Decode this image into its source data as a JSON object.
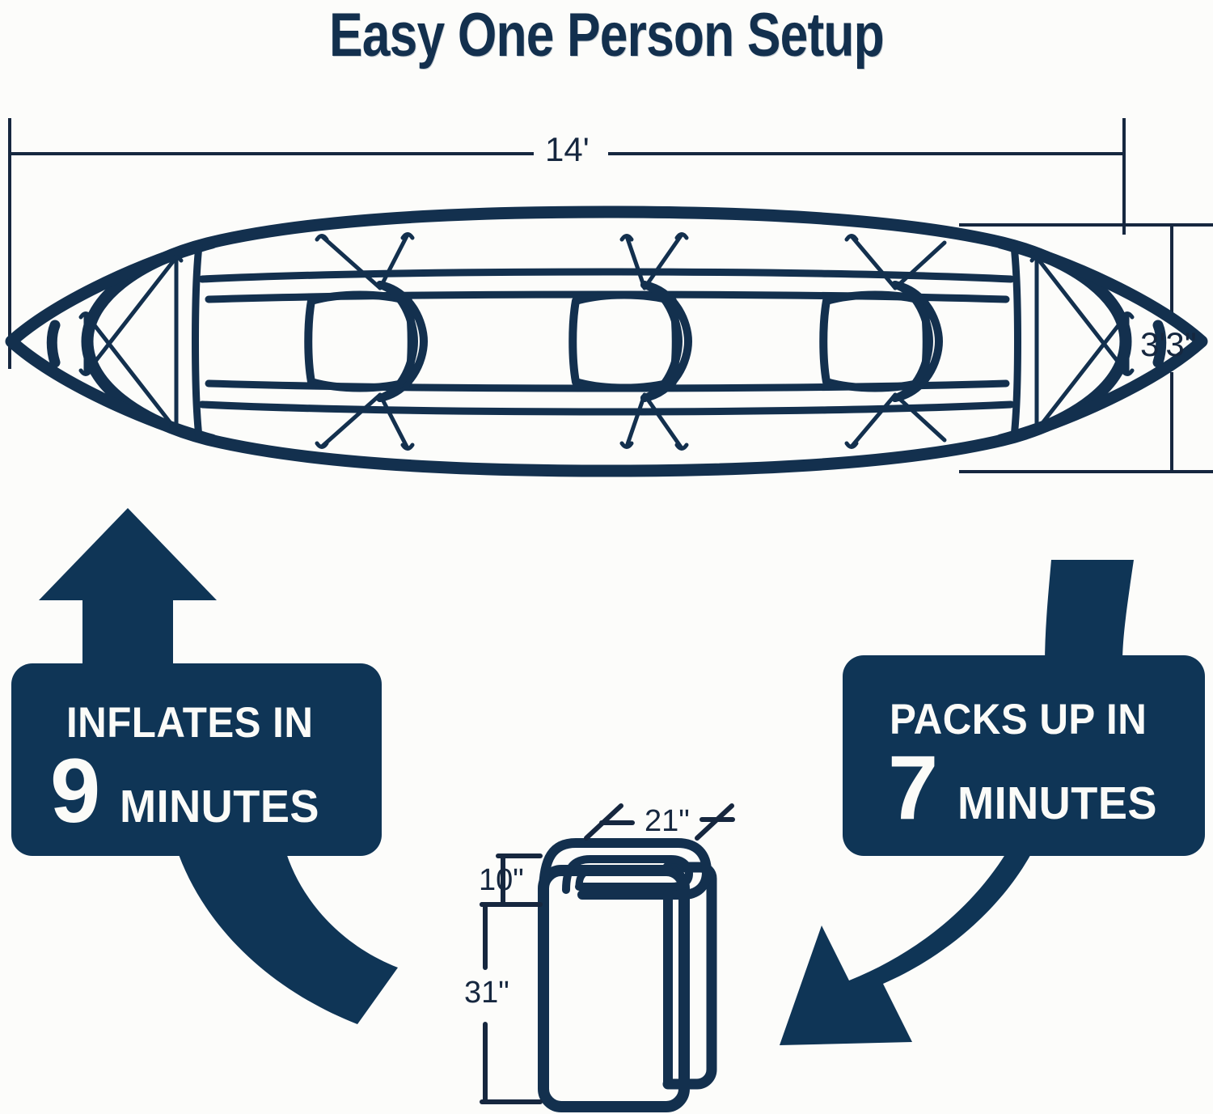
{
  "page": {
    "title": "Easy One Person Setup",
    "background_color": "#fcfcfa",
    "navy": "#0f3556",
    "ink": "#16273f",
    "text_on_navy": "#fbfbf8"
  },
  "kayak": {
    "name": "inflatable-kayak-top-view",
    "seat_count": 3,
    "dimensions": {
      "length_label": "14'",
      "width_label": "3'3\""
    }
  },
  "badges": [
    {
      "id": "inflates",
      "heading": "INFLATES IN",
      "number": "9",
      "unit": "MINUTES",
      "arrow": "up-arrow-into-badge-then-down-right-tail"
    },
    {
      "id": "packs",
      "heading": "PACKS UP IN",
      "number": "7",
      "unit": "MINUTES",
      "arrow": "tail-from-top-right-then-down-left-arrowhead"
    }
  ],
  "packed_bag": {
    "name": "rolled-packed-kayak-bag",
    "width_label": "21\"",
    "depth_label": "10\"",
    "height_label": "31\""
  }
}
